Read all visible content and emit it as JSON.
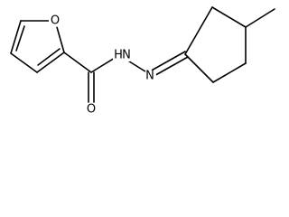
{
  "molecule": {
    "atom_labels": {
      "furan_oxygen": "O",
      "carbonyl_oxygen": "O",
      "amide_nitrogen": "N",
      "imine_nitrogen": "N",
      "amide_hydrogen": "H"
    }
  },
  "colors": {
    "bond": "#000000",
    "label": "#000000",
    "background": "#ffffff"
  }
}
